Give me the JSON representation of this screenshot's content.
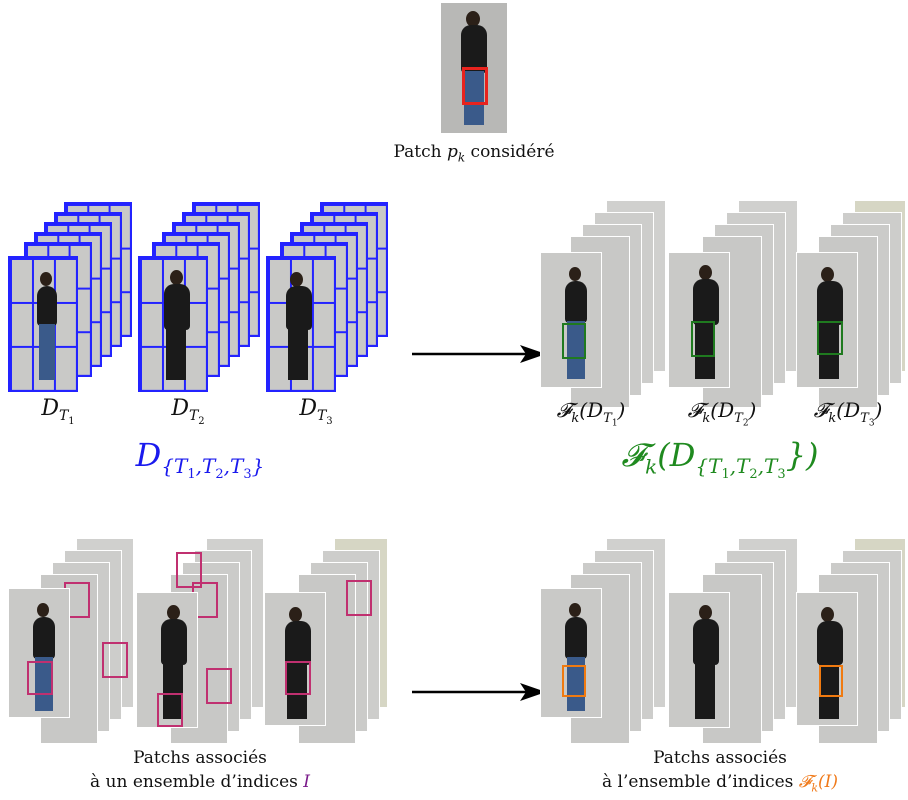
{
  "top": {
    "caption_prefix": "Patch ",
    "caption_var": "p",
    "caption_sub": "k",
    "caption_suffix": " considéré",
    "marker_color": "#e8231e"
  },
  "row1": {
    "left_labels": [
      {
        "base": "D",
        "sub": "T",
        "subsub": "1"
      },
      {
        "base": "D",
        "sub": "T",
        "subsub": "2"
      },
      {
        "base": "D",
        "sub": "T",
        "subsub": "3"
      }
    ],
    "left_set": {
      "base": "D",
      "sub": "{T",
      "s1": "1",
      "c1": ",T",
      "s2": "2",
      "c2": ",T",
      "s3": "3",
      "end": "}"
    },
    "right_labels": [
      {
        "text": "𝓕",
        "k": "k",
        "arg": "(D",
        "sub": "T",
        "subsub": "1",
        "close": ")"
      },
      {
        "text": "𝓕",
        "k": "k",
        "arg": "(D",
        "sub": "T",
        "subsub": "2",
        "close": ")"
      },
      {
        "text": "𝓕",
        "k": "k",
        "arg": "(D",
        "sub": "T",
        "subsub": "3",
        "close": ")"
      }
    ],
    "right_set": {
      "f": "𝓕",
      "k": "k",
      "open": "(D",
      "sub": "{T",
      "s1": "1",
      "c1": ",T",
      "s2": "2",
      "c2": ",T",
      "s3": "3",
      "end": "})"
    },
    "grid_color": "#2323ff",
    "set_color_left": "#1a1aee",
    "set_color_right": "#1f8a1f",
    "box_color": "#1f7a1f"
  },
  "row2": {
    "left_caption_line1": "Patchs associés",
    "left_caption_line2": "à un ensemble d’indices ",
    "left_caption_var": "I",
    "right_caption_line1": "Patchs associés",
    "right_caption_line2": "à l’ensemble d’indices ",
    "right_caption_f": "𝓕",
    "right_caption_k": "k",
    "right_caption_arg": "(I)",
    "left_var_color": "#7a1a8a",
    "right_var_color": "#f07a1a",
    "box_color_left": "#c03070",
    "box_color_right": "#f07a10"
  }
}
